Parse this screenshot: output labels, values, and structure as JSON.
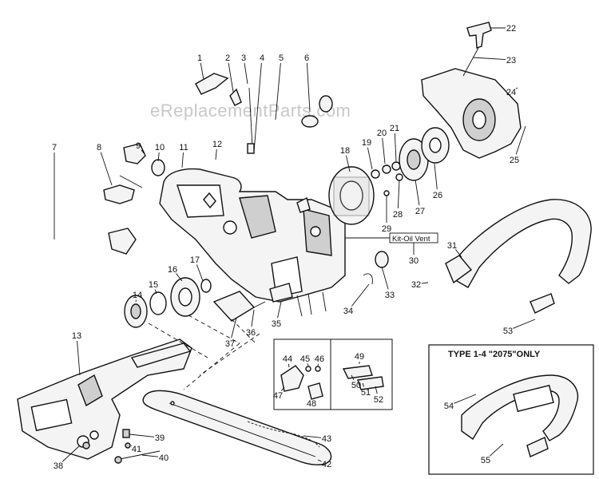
{
  "watermark": "eReplacementParts.com",
  "kit_label": "Kit-Oil Vent",
  "inset_title": "TYPE 1-4 \"2075\"ONLY",
  "callouts": [
    "1",
    "2",
    "3",
    "4",
    "5",
    "6",
    "7",
    "8",
    "9",
    "10",
    "11",
    "12",
    "13",
    "14",
    "15",
    "16",
    "17",
    "18",
    "19",
    "20",
    "21",
    "22",
    "23",
    "24",
    "25",
    "26",
    "27",
    "28",
    "29",
    "30",
    "31",
    "32",
    "33",
    "34",
    "35",
    "36",
    "37",
    "38",
    "39",
    "40",
    "41",
    "42",
    "43",
    "44",
    "45",
    "46",
    "47",
    "48",
    "49",
    "50",
    "51",
    "52",
    "53",
    "54",
    "55"
  ]
}
